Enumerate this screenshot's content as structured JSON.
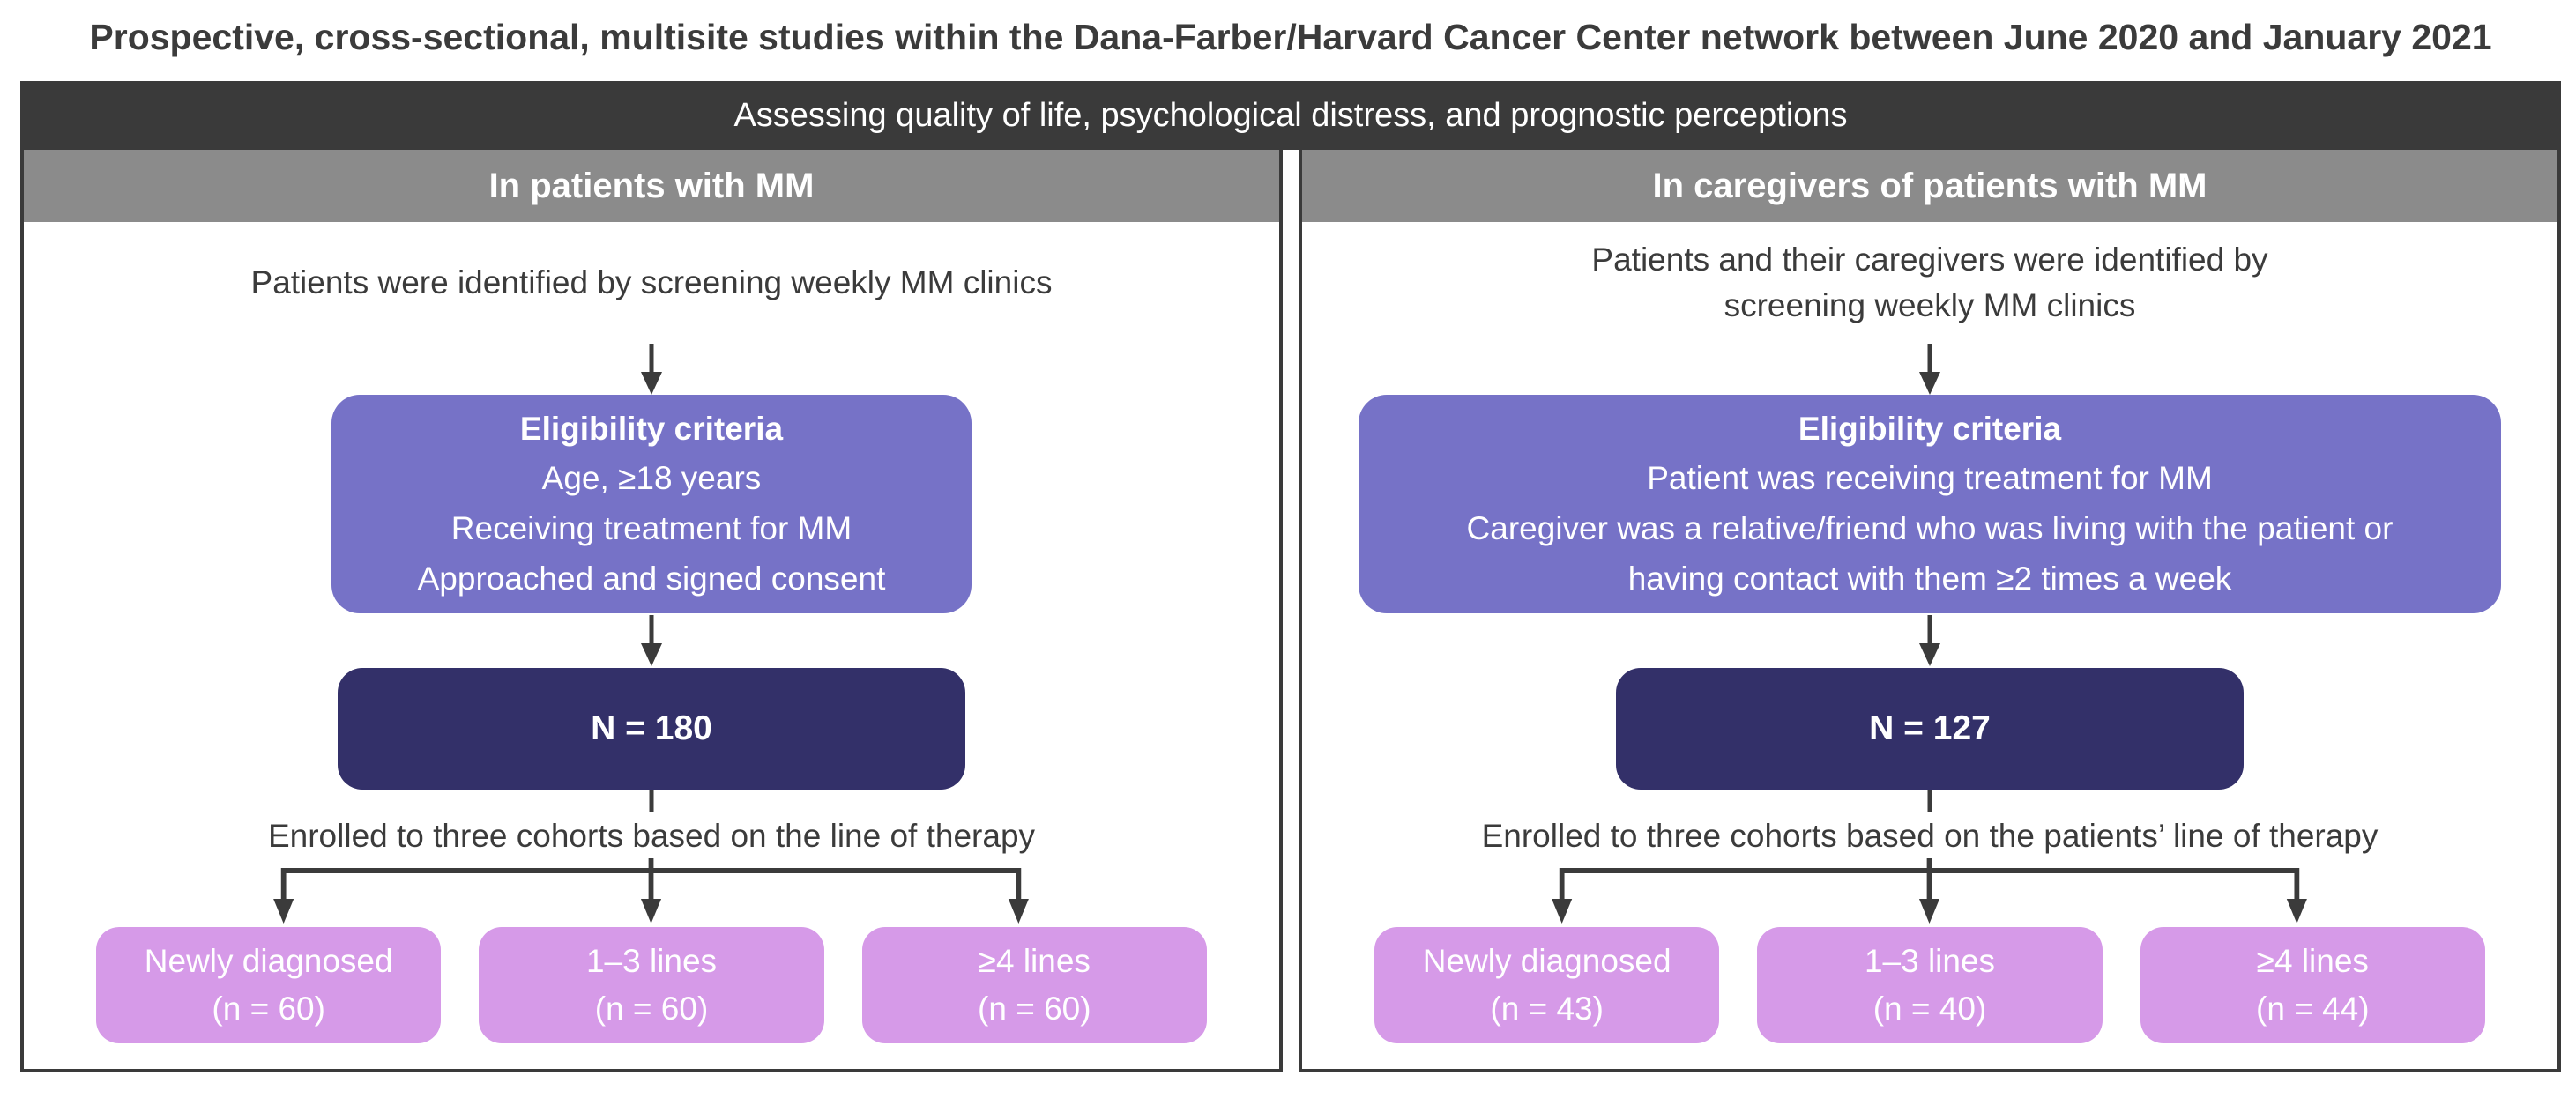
{
  "title": "Prospective, cross-sectional, multisite studies within the Dana-Farber/Harvard Cancer Center network between June 2020 and January 2021",
  "banner": "Assessing quality of life, psychological distress, and prognostic perceptions",
  "colors": {
    "banner_bg": "#3a3a3a",
    "panel_border": "#3a3a3a",
    "header_bg": "#8b8b8b",
    "eligibility_purple": "#7672c7",
    "n_box_navy": "#333069",
    "cohort_pink": "#d69ae8",
    "text_dark": "#3b3b3b",
    "connector": "#3b3b3b"
  },
  "panels": [
    {
      "header": "In patients with MM",
      "intro_lines": [
        "Patients were identified by screening weekly MM clinics"
      ],
      "eligibility": {
        "title": "Eligibility criteria",
        "lines": [
          "Age, ≥18 years",
          "Receiving treatment for MM",
          "Approached and signed consent"
        ]
      },
      "n_label": "N = 180",
      "enroll_text": "Enrolled to three cohorts based on the line of therapy",
      "cohorts": [
        {
          "label": "Newly diagnosed",
          "n": "(n = 60)"
        },
        {
          "label": "1–3 lines",
          "n": "(n = 60)"
        },
        {
          "label": "≥4 lines",
          "n": "(n = 60)"
        }
      ]
    },
    {
      "header": "In caregivers of patients with MM",
      "intro_lines": [
        "Patients and their caregivers were identified by",
        "screening weekly MM clinics"
      ],
      "eligibility": {
        "title": "Eligibility criteria",
        "lines": [
          "Patient was receiving treatment for MM",
          "Caregiver was a relative/friend who was living with the patient or",
          "having contact with them ≥2 times a week"
        ]
      },
      "n_label": "N = 127",
      "enroll_text": "Enrolled to three cohorts based on the patients’ line of therapy",
      "cohorts": [
        {
          "label": "Newly diagnosed",
          "n": "(n = 43)"
        },
        {
          "label": "1–3 lines",
          "n": "(n = 40)"
        },
        {
          "label": "≥4 lines",
          "n": "(n = 44)"
        }
      ]
    }
  ]
}
